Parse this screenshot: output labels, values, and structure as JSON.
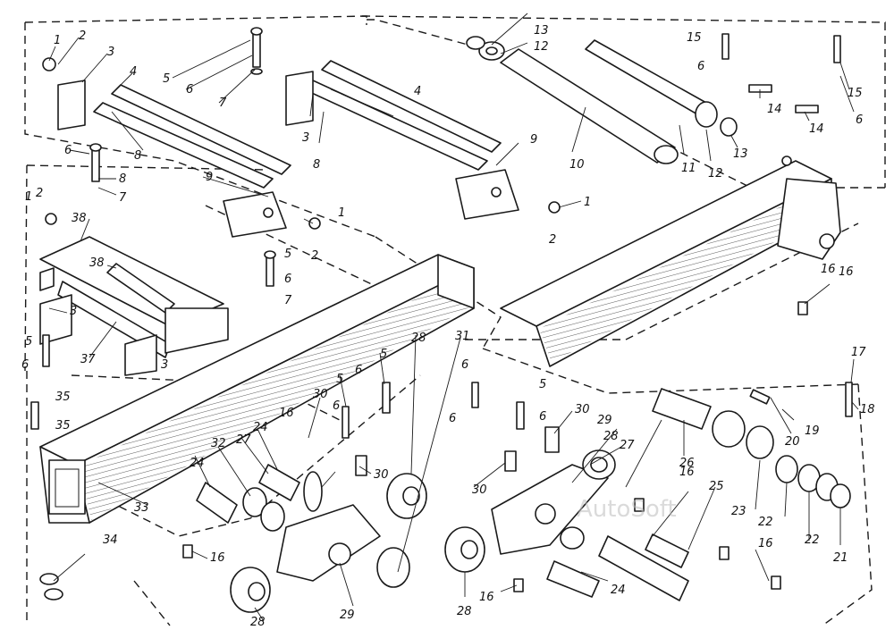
{
  "watermark": "AutoSoft",
  "callouts": {
    "c1a": "1",
    "c2a": "2",
    "c3a": "3",
    "c4a": "4",
    "c5a": "5",
    "c6a": "6",
    "c7a": "7",
    "c8a": "8",
    "c6b": "6",
    "c7b": "7",
    "c8b": "8",
    "c9a": "9",
    "c3b": "3",
    "c4b": "4",
    "c8c": "8",
    "c9b": "9",
    "c13a": "13",
    "c12a": "12",
    "c10": "10",
    "c11": "11",
    "c12b": "12",
    "c13b": "13",
    "c15a": "15",
    "c6c": "6",
    "c14a": "14",
    "c14b": "14",
    "c15b": "15",
    "c6d": "6",
    "c1b": "1",
    "c2b": "2",
    "c1c": "1",
    "c2c": "2",
    "c1d": "1",
    "c2d": "2",
    "c38a": "38",
    "c38b": "38",
    "c37": "37",
    "c3c": "3",
    "c3d": "3",
    "c5b": "5",
    "c6e": "6",
    "c36a": "35",
    "c36b": "35",
    "c5c": "5",
    "c6f": "6",
    "c7c": "7",
    "c16a": "16",
    "c16b": "16",
    "c16c": "16",
    "c16d": "16",
    "c16e": "16",
    "c16f": "16",
    "c16g": "16",
    "c17": "17",
    "c18": "18",
    "c19": "19",
    "c20": "20",
    "c21": "21",
    "c22a": "22",
    "c22b": "22",
    "c23": "23",
    "c24a": "24",
    "c24b": "24",
    "c24c": "24",
    "c25": "25",
    "c26": "26",
    "c27a": "27",
    "c27b": "27",
    "c28a": "28",
    "c28b": "28",
    "c28c": "28",
    "c28d": "28",
    "c29a": "29",
    "c29b": "29",
    "c30a": "30",
    "c30b": "30",
    "c30c": "30",
    "c30d": "30",
    "c31": "31",
    "c32": "32",
    "c33": "33",
    "c34": "34",
    "c5d": "5",
    "c6g": "6",
    "c5e": "5",
    "c6h": "6",
    "c6i": "6",
    "c6j": "6",
    "c5f": "5",
    "c6k": "6"
  }
}
